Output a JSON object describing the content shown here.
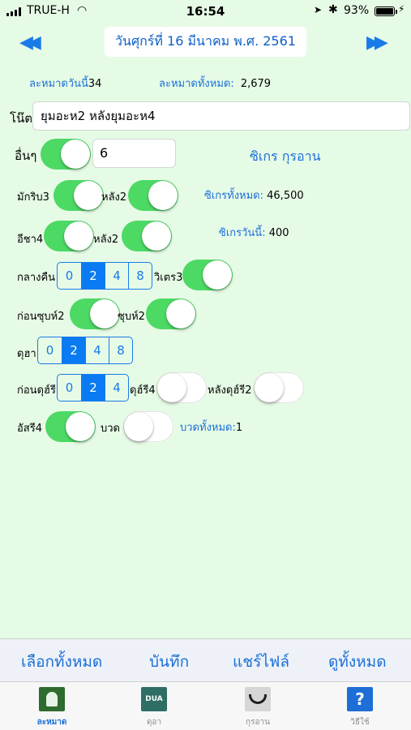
{
  "status_bar": {
    "carrier": "TRUE-H",
    "time": "16:54",
    "battery": "93%"
  },
  "header": {
    "prev_icon": "double-left-arrow-icon",
    "next_icon": "double-right-arrow-icon",
    "date": "วันศุกร์ที่ 16 มีนาคม พ.ศ. 2561"
  },
  "summary": {
    "prayer_today_label": "ละหมาดวันนี้",
    "prayer_today_value": "34",
    "prayer_total_label": "ละหมาดทั้งหมด:",
    "prayer_total_value": "2,679"
  },
  "note": {
    "label": "โน๊ต",
    "value": "ยุมอะห2 หลังยุมอะห4"
  },
  "other": {
    "label": "อื่นๆ",
    "toggle_on": true,
    "value": "6"
  },
  "dhikr": {
    "title": "ซิเกร กุรอาน",
    "total_label": "ซิเกรทั้งหมด:",
    "total_value": "46,500",
    "today_label": "ซิเกรวันนี้:",
    "today_value": "400"
  },
  "rows": {
    "maghrib_label": "มักริบ3",
    "maghrib_on": true,
    "maghrib_after_label": "หลัง2",
    "maghrib_after_on": true,
    "isha_label": "อีชา4",
    "isha_on": true,
    "isha_after_label": "หลัง2",
    "isha_after_on": true,
    "night_label": "กลางคืน",
    "night_options": [
      "0",
      "2",
      "4",
      "8"
    ],
    "night_selected": "2",
    "witr_label": "วิเตร3",
    "witr_on": true,
    "before_subh_label": "ก่อนซุบห์2",
    "before_subh_on": true,
    "subh_label": "ซุบห์2",
    "subh_on": true,
    "duha_label": "ดุฮา",
    "duha_options": [
      "0",
      "2",
      "4",
      "8"
    ],
    "duha_selected": "2",
    "before_dhuhr_label": "ก่อนดุฮ์รี",
    "before_dhuhr_options": [
      "0",
      "2",
      "4"
    ],
    "before_dhuhr_selected": "2",
    "dhuhr_label": "ดุฮ์รี4",
    "dhuhr_on": false,
    "after_dhuhr_label": "หลังดุฮ์รี2",
    "after_dhuhr_on": false,
    "asr_label": "อัสรี4",
    "asr_on": true,
    "fast_label": "บวด",
    "fast_on": false,
    "fast_total_label": "บวดทั้งหมด:",
    "fast_total_value": "1"
  },
  "actions": {
    "select_all": "เลือกทั้งหมด",
    "save": "บันทึก",
    "share_file": "แชร์ไฟล์",
    "view_all": "ดูทั้งหมด"
  },
  "tabs": [
    {
      "label": "ละหมาด",
      "icon": "prayer-icon",
      "active": true
    },
    {
      "label": "ดุอา",
      "icon": "dua-icon",
      "active": false,
      "icon_text": "DUA"
    },
    {
      "label": "กุรอาน",
      "icon": "quran-icon",
      "active": false
    },
    {
      "label": "วิธีใช้",
      "icon": "help-icon",
      "active": false,
      "icon_text": "?"
    }
  ],
  "colors": {
    "background": "#e6fbe6",
    "accent_blue": "#1a7be8",
    "toggle_on": "#4cd964"
  }
}
